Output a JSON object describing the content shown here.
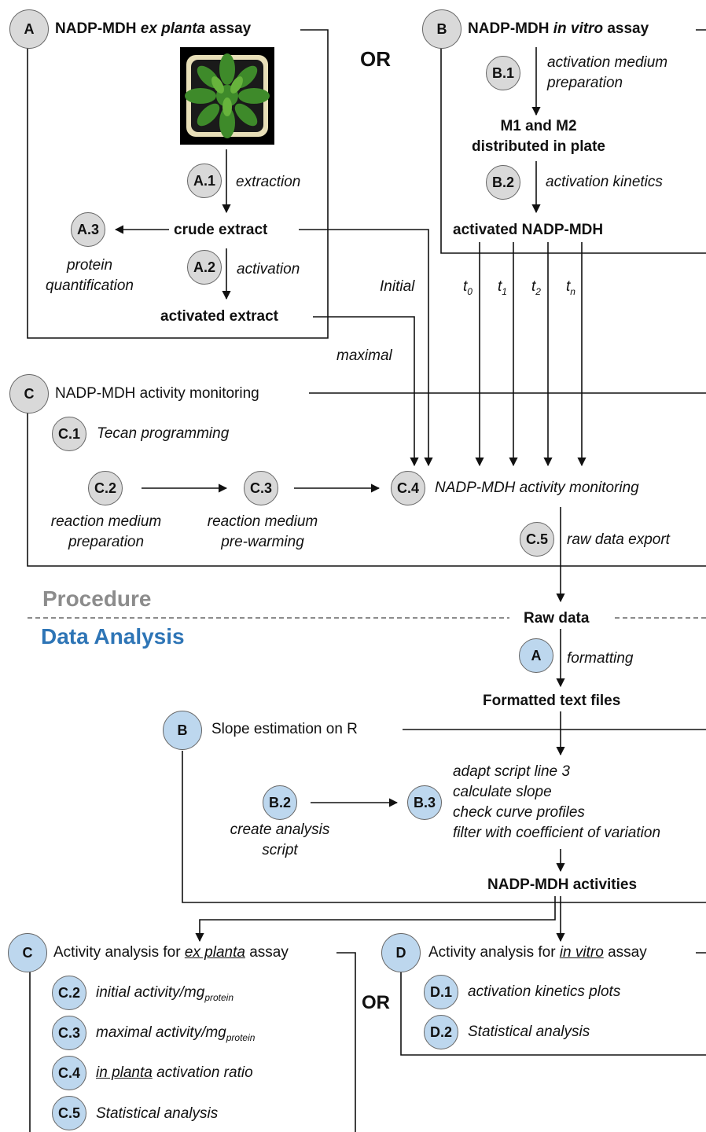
{
  "separator": "OR",
  "procedure": {
    "label": "Procedure",
    "A": {
      "badge": "A",
      "title_pre": "NADP-MDH ",
      "title_em": "ex planta",
      "title_post": " assay",
      "image_alt": "Arabidopsis rosette in pot",
      "steps": [
        {
          "badge": "A.1",
          "text": "extraction"
        },
        {
          "badge": "A.2",
          "text": "activation"
        },
        {
          "badge": "A.3",
          "text_line1": "protein",
          "text_line2": "quantification"
        }
      ],
      "crude": "crude extract",
      "activated": "activated extract",
      "initial": "Initial",
      "maximal": "maximal"
    },
    "B": {
      "badge": "B",
      "title_pre": "NADP-MDH ",
      "title_em": "in vitro",
      "title_post": " assay",
      "steps": [
        {
          "badge": "B.1",
          "text_line1": "activation medium",
          "text_line2": "preparation"
        },
        {
          "badge": "B.2",
          "text": "activation kinetics"
        }
      ],
      "m_line1": "M1 and M2",
      "m_line2": "distributed in plate",
      "activated": "activated NADP-MDH",
      "times": [
        {
          "t": "t",
          "sub": "0"
        },
        {
          "t": "t",
          "sub": "1"
        },
        {
          "t": "t",
          "sub": "2"
        },
        {
          "t": "t",
          "sub": "n"
        }
      ]
    },
    "C": {
      "badge": "C",
      "title": "NADP-MDH activity monitoring",
      "steps": [
        {
          "badge": "C.1",
          "text": "Tecan programming"
        },
        {
          "badge": "C.2",
          "text_line1": "reaction medium",
          "text_line2": "preparation"
        },
        {
          "badge": "C.3",
          "text_line1": "reaction medium",
          "text_line2": "pre-warming"
        },
        {
          "badge": "C.4",
          "text": "NADP-MDH activity monitoring"
        },
        {
          "badge": "C.5",
          "text": "raw data export"
        }
      ]
    }
  },
  "analysis": {
    "label": "Data Analysis",
    "raw": "Raw data",
    "A": {
      "badge": "A",
      "text": "formatting"
    },
    "formatted": "Formatted text files",
    "B": {
      "badge": "B",
      "title": "Slope estimation on R",
      "b2": {
        "badge": "B.2",
        "text_line1": "create analysis",
        "text_line2": "script"
      },
      "b3": {
        "badge": "B.3",
        "lines": [
          "adapt script line 3",
          "calculate slope",
          "check curve profiles",
          "filter with coefficient of variation"
        ]
      },
      "result": "NADP-MDH activities"
    },
    "C": {
      "badge": "C",
      "title_pre": "Activity analysis for ",
      "title_u": "ex planta",
      "title_post": " assay",
      "steps": [
        {
          "badge": "C.2",
          "text": "initial activity/mg",
          "sub": "protein"
        },
        {
          "badge": "C.3",
          "text": "maximal activity/mg",
          "sub": "protein"
        },
        {
          "badge": "C.4",
          "text_u": "in planta",
          "text_post": " activation ratio"
        },
        {
          "badge": "C.5",
          "text": "Statistical analysis"
        }
      ]
    },
    "D": {
      "badge": "D",
      "title_pre": "Activity analysis for ",
      "title_u": "in vitro",
      "title_post": " assay",
      "steps": [
        {
          "badge": "D.1",
          "text": "activation kinetics plots"
        },
        {
          "badge": "D.2",
          "text": "Statistical analysis"
        }
      ]
    }
  },
  "colors": {
    "grey_circle": "#d9d9d9",
    "blue_circle": "#bdd7ee",
    "procedure_label": "#8c8c8c",
    "analysis_label": "#2e75b6"
  }
}
